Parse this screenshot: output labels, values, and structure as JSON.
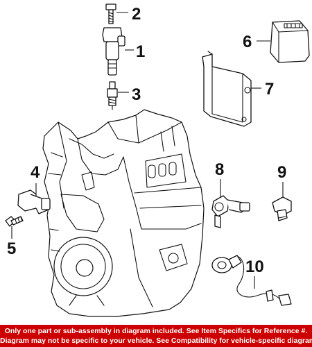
{
  "callouts": {
    "c1": "1",
    "c2": "2",
    "c3": "3",
    "c4": "4",
    "c5": "5",
    "c6": "6",
    "c7": "7",
    "c8": "8",
    "c9": "9",
    "c10": "10"
  },
  "footer": {
    "line1": "Only one part or sub-assembly in diagram included. See Item Specifics for Reference #.",
    "line2": "Diagram may not be specific to your vehicle. See Compatibility for vehicle-specific diagrams."
  },
  "colors": {
    "banner": "#cc0000",
    "banner_text": "#ffffff",
    "line_art": "#111111"
  }
}
